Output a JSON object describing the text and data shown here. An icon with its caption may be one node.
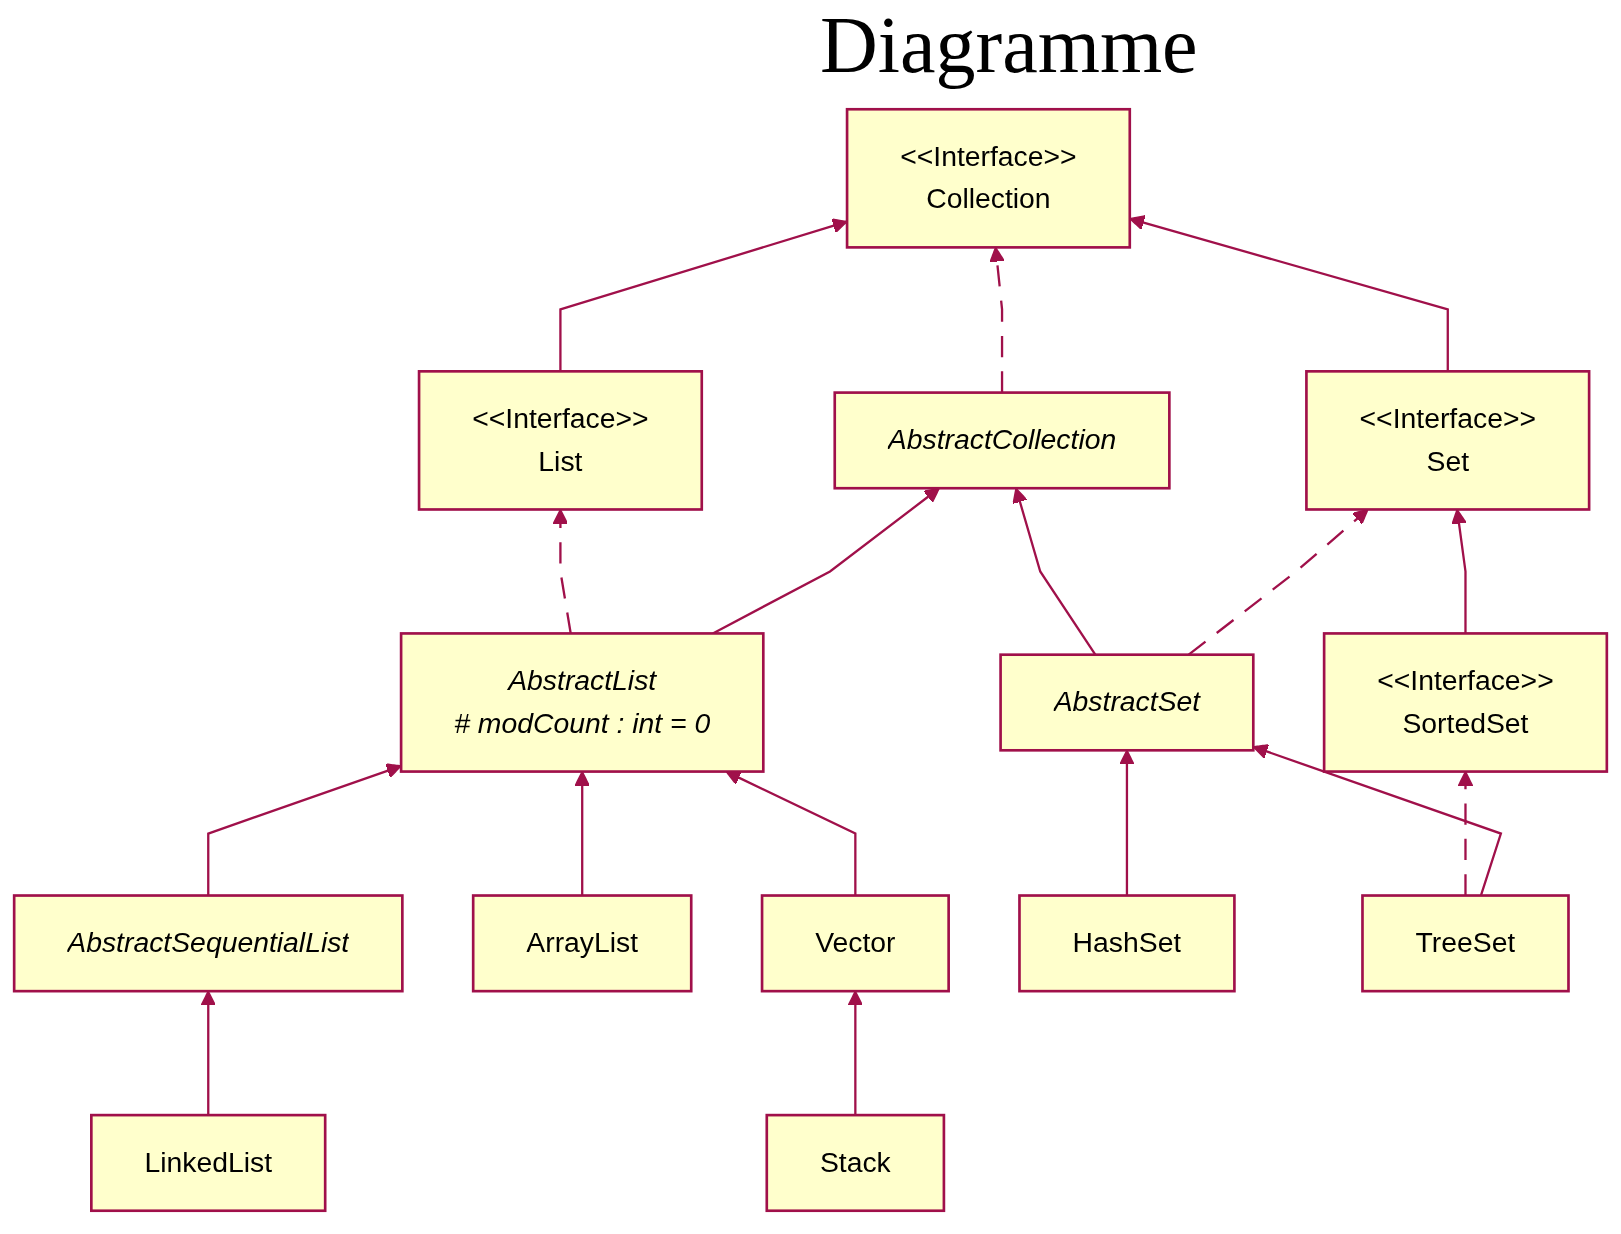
{
  "diagram": {
    "title": "Diagramme",
    "nodes": [
      {
        "text": [
          "<<Interface>>",
          "Collection"
        ]
      },
      {
        "text": [
          "<<Interface>>",
          "List"
        ]
      },
      {
        "text": [
          "<<Interface>>",
          "Set"
        ]
      },
      {
        "text": [
          "AbstractCollection"
        ]
      },
      {
        "text": [
          "AbstractList",
          "# modCount : int = 0"
        ]
      },
      {
        "text": [
          "AbstractSet"
        ]
      },
      {
        "text": [
          "<<Interface>>",
          "SortedSet"
        ]
      },
      {
        "text": [
          "AbstractSequentialList"
        ]
      },
      {
        "text": [
          "ArrayList"
        ]
      },
      {
        "text": [
          "Vector"
        ]
      },
      {
        "text": [
          "HashSet"
        ]
      },
      {
        "text": [
          "TreeSet"
        ]
      },
      {
        "text": [
          "LinkedList"
        ]
      },
      {
        "text": [
          "Stack"
        ]
      }
    ],
    "edges": [
      {
        "from": 1,
        "to": 0,
        "arrow": "to"
      },
      {
        "from": 2,
        "to": 0,
        "arrow": "to"
      },
      {
        "from": 3,
        "to": 0,
        "arrow": "to",
        "style": "dashed"
      },
      {
        "from": 4,
        "to": 1,
        "arrow": "to",
        "style": "dashed"
      },
      {
        "from": 4,
        "to": 3,
        "arrow": "to"
      },
      {
        "from": 5,
        "to": 3,
        "arrow": "to"
      },
      {
        "from": 5,
        "to": 2,
        "arrow": "to",
        "style": "dashed"
      },
      {
        "from": 6,
        "to": 2,
        "arrow": "to"
      },
      {
        "from": 11,
        "to": 6,
        "arrow": "to",
        "style": "dashed"
      },
      {
        "from": 7,
        "to": 4,
        "arrow": "to"
      },
      {
        "from": 8,
        "to": 4,
        "arrow": "to"
      },
      {
        "from": 9,
        "to": 4,
        "arrow": "to"
      },
      {
        "from": 10,
        "to": 5,
        "arrow": "to"
      },
      {
        "from": 11,
        "to": 5,
        "arrow": "to"
      },
      {
        "from": 12,
        "to": 7,
        "arrow": "to"
      },
      {
        "from": 13,
        "to": 9,
        "arrow": "to"
      }
    ]
  }
}
